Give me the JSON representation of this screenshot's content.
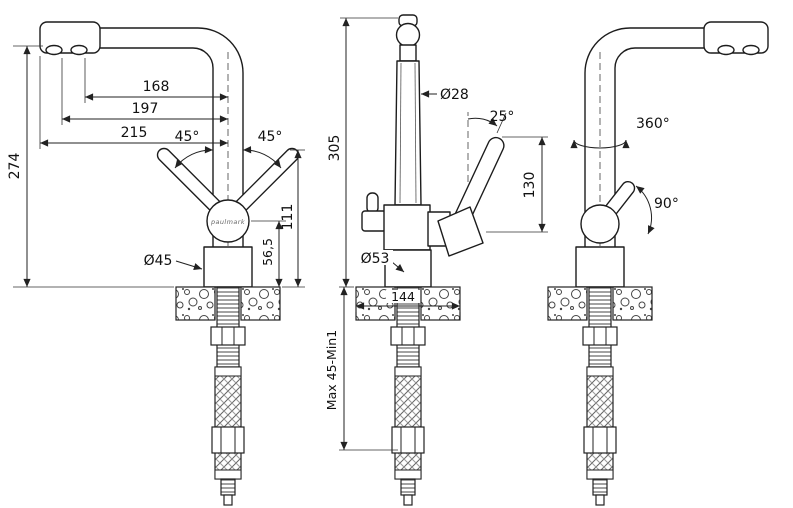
{
  "brand": "paulmark",
  "left_view": {
    "d168": "168",
    "d197": "197",
    "d215": "215",
    "d274": "274",
    "a45_left": "45°",
    "a45_right": "45°",
    "dia45": "Ø45",
    "d111": "111",
    "d56_5": "56,5"
  },
  "front_view": {
    "d305": "305",
    "dia28": "Ø28",
    "a25": "25°",
    "d130": "130",
    "dia53": "Ø53",
    "d144": "144",
    "mount_range": "Max 45-Min1"
  },
  "right_view": {
    "a360": "360°",
    "a90": "90°"
  }
}
